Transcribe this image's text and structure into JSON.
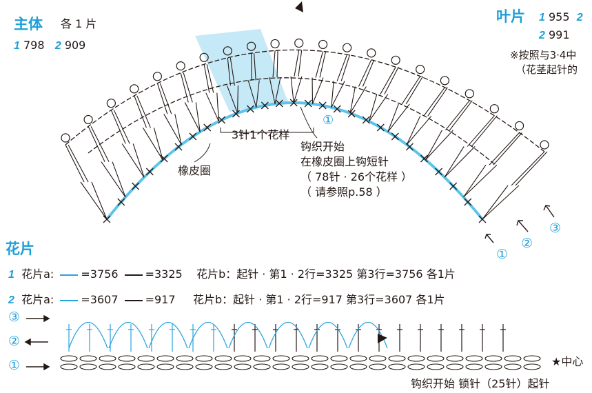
{
  "main_body": {
    "title": "主体",
    "count": "各 1 片",
    "combo1_num": "1",
    "combo1_code": "798",
    "combo2_num": "2",
    "combo2_code": "909"
  },
  "leaf": {
    "title": "叶片",
    "row1_num": "1",
    "row1_code": "955",
    "row1_tail": "2",
    "row2_num": "2",
    "row2_code": "991",
    "note1": "※按照与3·4中",
    "note2": "（花茎起针的"
  },
  "arc_annotations": {
    "pattern_repeat": "3针1个花样",
    "start_label": "钩织开始",
    "start_desc": "在橡皮圈上钩短针",
    "count_desc": "（ 78针 · 26个花样 ）",
    "ref_desc": "（ 请参照p.58 ）",
    "elastic": "橡皮圈",
    "start_circle": "①",
    "row_markers": [
      "①",
      "②",
      "③"
    ]
  },
  "flower": {
    "title": "花片",
    "line1_num": "1",
    "line1_a_label": "花片a:",
    "line1_blue": "=3756",
    "line1_black": "=3325",
    "line1_b": "花片b：起针 · 第1 · 2行=3325  第3行=3756 各1片",
    "line2_num": "2",
    "line2_a_label": "花片a:",
    "line2_blue": "=3607",
    "line2_black": "=917",
    "line2_b": "花片b：起针 · 第1 · 2行=917  第3行=3607 各1片",
    "row_labels": [
      "③",
      "②",
      "①"
    ],
    "center_label": "★中心",
    "start_label": "钩织开始 锁针（25针）起针"
  },
  "colors": {
    "accent": "#1f9fd8",
    "stitch_blue": "#27a3dd",
    "highlight": "#c5e9f6",
    "ink": "#231815"
  }
}
